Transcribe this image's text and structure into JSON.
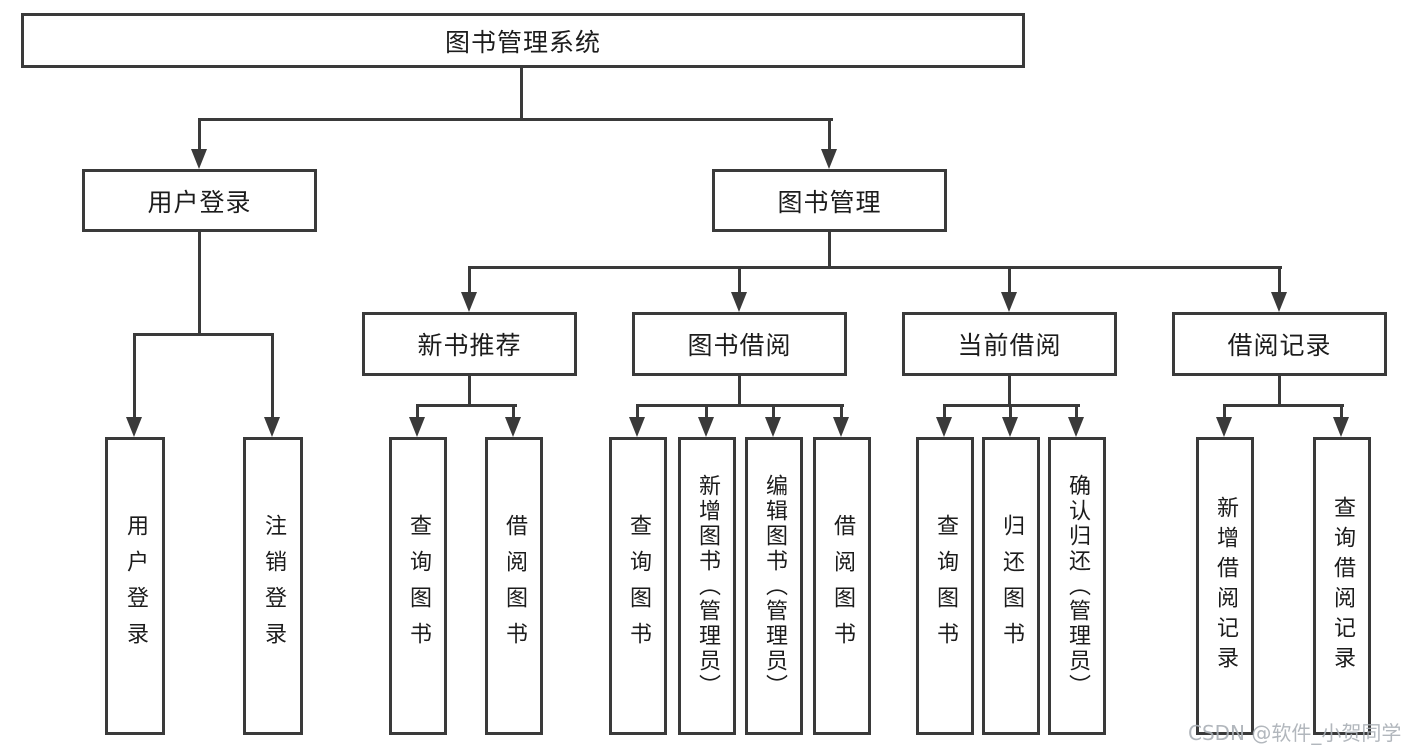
{
  "diagram": {
    "title": "图书管理系统",
    "colors": {
      "line": "#3a3a3a",
      "text": "#1c1c1c",
      "box_bg": "#ffffff",
      "watermark": "#aab0b6"
    },
    "nodes": {
      "root": {
        "label": "图书管理系统"
      },
      "login": {
        "label": "用户登录"
      },
      "mgmt": {
        "label": "图书管理"
      },
      "login_user": {
        "label": "用户登录"
      },
      "login_logout": {
        "label": "注销登录"
      },
      "rec": {
        "label": "新书推荐"
      },
      "borrow": {
        "label": "图书借阅"
      },
      "current": {
        "label": "当前借阅"
      },
      "records": {
        "label": "借阅记录"
      },
      "rec_query": {
        "label": "查询图书"
      },
      "rec_borrow": {
        "label": "借阅图书"
      },
      "borrow_query": {
        "label": "查询图书"
      },
      "borrow_add": {
        "label": "新增图书（管理员）"
      },
      "borrow_edit": {
        "label": "编辑图书（管理员）"
      },
      "borrow_lend": {
        "label": "借阅图书"
      },
      "cur_query": {
        "label": "查询图书"
      },
      "cur_return": {
        "label": "归还图书"
      },
      "cur_confirm": {
        "label": "确认归还（管理员）"
      },
      "records_add": {
        "label": "新增借阅记录"
      },
      "records_query": {
        "label": "查询借阅记录"
      }
    }
  },
  "watermark": {
    "text": "CSDN @软件_小贺同学"
  }
}
